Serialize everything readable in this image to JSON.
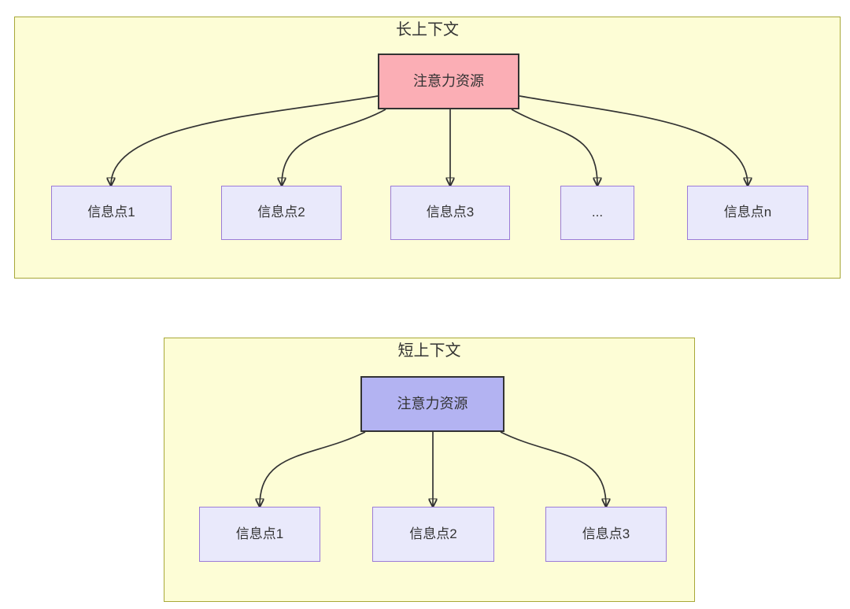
{
  "colors": {
    "canvas_bg": "#ffffff",
    "cluster_fill": "#FDFDD6",
    "cluster_border": "#A8A838",
    "attention_long_fill": "#FBAEB5",
    "attention_short_fill": "#B3B3F2",
    "attention_border": "#333333",
    "info_fill": "#E9E9FB",
    "info_border": "#9B7BD8",
    "arrow_color": "#333333",
    "text_color": "#333333"
  },
  "long_context": {
    "title": "长上下文",
    "attention_label": "注意力资源",
    "info_points": [
      "信息点1",
      "信息点2",
      "信息点3",
      "...",
      "信息点n"
    ]
  },
  "short_context": {
    "title": "短上下文",
    "attention_label": "注意力资源",
    "info_points": [
      "信息点1",
      "信息点2",
      "信息点3"
    ]
  },
  "edges": {
    "long_context": [
      {
        "from": "注意力资源",
        "to": "信息点1"
      },
      {
        "from": "注意力资源",
        "to": "信息点2"
      },
      {
        "from": "注意力资源",
        "to": "信息点3"
      },
      {
        "from": "注意力资源",
        "to": "..."
      },
      {
        "from": "注意力资源",
        "to": "信息点n"
      }
    ],
    "short_context": [
      {
        "from": "注意力资源",
        "to": "信息点1"
      },
      {
        "from": "注意力资源",
        "to": "信息点2"
      },
      {
        "from": "注意力资源",
        "to": "信息点3"
      }
    ]
  }
}
